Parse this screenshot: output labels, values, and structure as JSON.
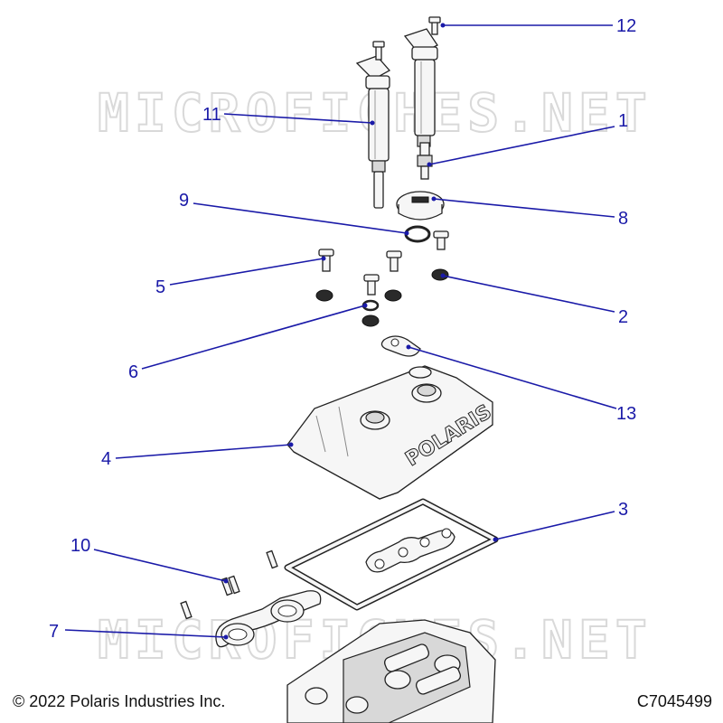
{
  "watermark": "MICROFICHES.NET",
  "copyright": "© 2022 Polaris Industries Inc.",
  "drawing_number": "C7045499",
  "cover_brand": "POLARIS",
  "callouts": [
    {
      "id": "12",
      "label": "12"
    },
    {
      "id": "11",
      "label": "11"
    },
    {
      "id": "1",
      "label": "1"
    },
    {
      "id": "9",
      "label": "9"
    },
    {
      "id": "8",
      "label": "8"
    },
    {
      "id": "5",
      "label": "5"
    },
    {
      "id": "2",
      "label": "2"
    },
    {
      "id": "6",
      "label": "6"
    },
    {
      "id": "13",
      "label": "13"
    },
    {
      "id": "4",
      "label": "4"
    },
    {
      "id": "3",
      "label": "3"
    },
    {
      "id": "10",
      "label": "10"
    },
    {
      "id": "7",
      "label": "7"
    }
  ]
}
